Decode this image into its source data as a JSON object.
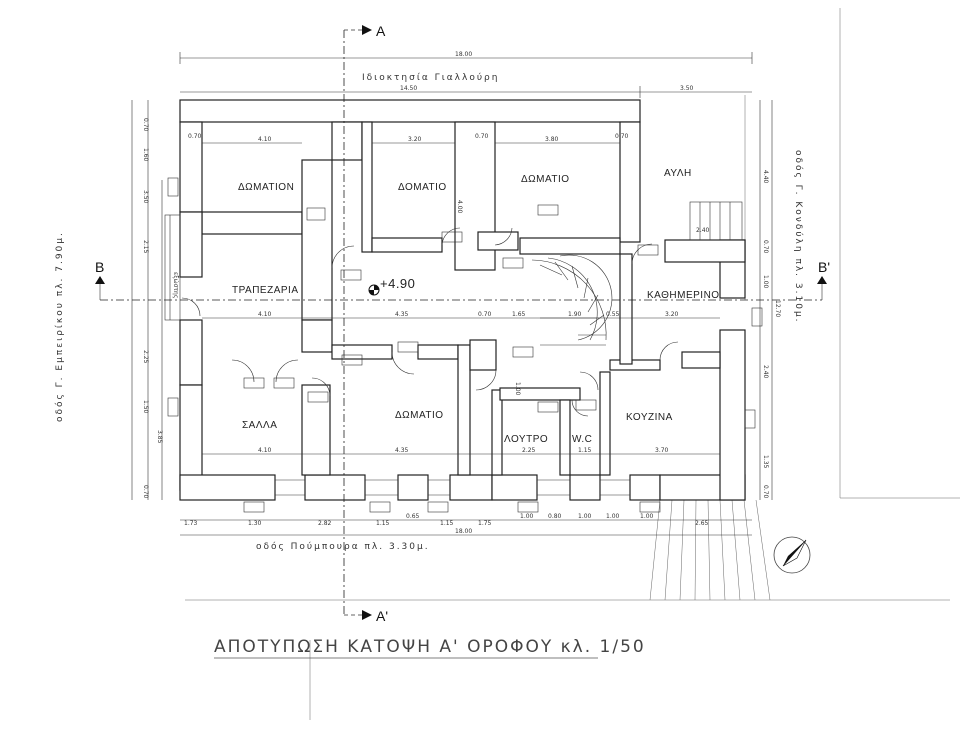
{
  "rooms": {
    "domatio_nw": "ΔΩΜΑΤΙΟΝ",
    "domatio_n1": "ΔΟΜΑΤΙΟ",
    "domatio_n2": "ΔΩΜΑΤΙΟ",
    "avli": "ΑΥΛΗ",
    "trapezaria": "ΤΡΑΠΕΖΑΡΙΑ",
    "kathimerino": "ΚΑΘΗΜΕΡΙΝΟ",
    "salla": "ΣΑΛΛΑ",
    "domatio_s": "ΔΩΜΑΤΙΟ",
    "loutro": "ΛΟΥΤΡΟ",
    "wc": "W.C",
    "kouzina": "ΚΟΥΖΙΝΑ",
    "exostis": "εξώστης"
  },
  "streets": {
    "north": "Ιδιοκτησία Γιαλλούρη",
    "south": "οδός Πούμπουρα πλ. 3.30μ.",
    "west": "οδός Γ. Εμπειρίκου πλ. 7.90μ.",
    "east": "οδός Γ. Κονδύλη πλ. 3.10μ."
  },
  "sections": {
    "a_top": "A",
    "a_bottom": "A'",
    "b_left": "B",
    "b_right": "B'"
  },
  "level": "+4.90",
  "title": "ΑΠΟΤΥΠΩΣΗ ΚΑΤΟΨΗ Α' ΟΡΟΦΟΥ κλ. 1/50",
  "dims": {
    "total_top": "18.00",
    "top_1450": "14.50",
    "top_350": "3.50",
    "nw_410": "4.10",
    "n_320": "3.20",
    "n_380": "3.80",
    "mid_410": "4.10",
    "mid_435": "4.35",
    "mid_070": "0.70",
    "mid_165": "1.65",
    "mid_190": "1.90",
    "mid_055": "0.55",
    "mid_320": "3.20",
    "s_410": "4.10",
    "s_435": "4.35",
    "s_225": "2.25",
    "s_115": "1.15",
    "s_370": "3.70",
    "b_173": "1.73",
    "b_130": "1.30",
    "b_282": "2.82",
    "b_115a": "1.15",
    "b_065": "0.65",
    "b_115b": "1.15",
    "b_175": "1.75",
    "b_100a": "1.00",
    "b_080": "0.80",
    "b_100b": "1.00",
    "b_100c": "1.00",
    "b_100d": "1.00",
    "b_265": "2.65",
    "total_bottom": "18.00",
    "w_070a": "0.70",
    "w_160": "1.60",
    "w_350": "3.50",
    "w_215": "2.15",
    "w_225": "2.25",
    "w_150": "1.50",
    "w_385": "3.85",
    "w_070b": "0.70",
    "e_440": "4.40",
    "e_070": "0.70",
    "e_100": "1.00",
    "e_240": "2.40",
    "e_135": "1.35",
    "e_070b": "0.70",
    "e_1270": "12.70",
    "i_070a": "0.70",
    "i_070b": "0.70",
    "i_070c": "0.70",
    "i_400": "4.00",
    "i_240": "2.40",
    "i_100": "1.00"
  }
}
